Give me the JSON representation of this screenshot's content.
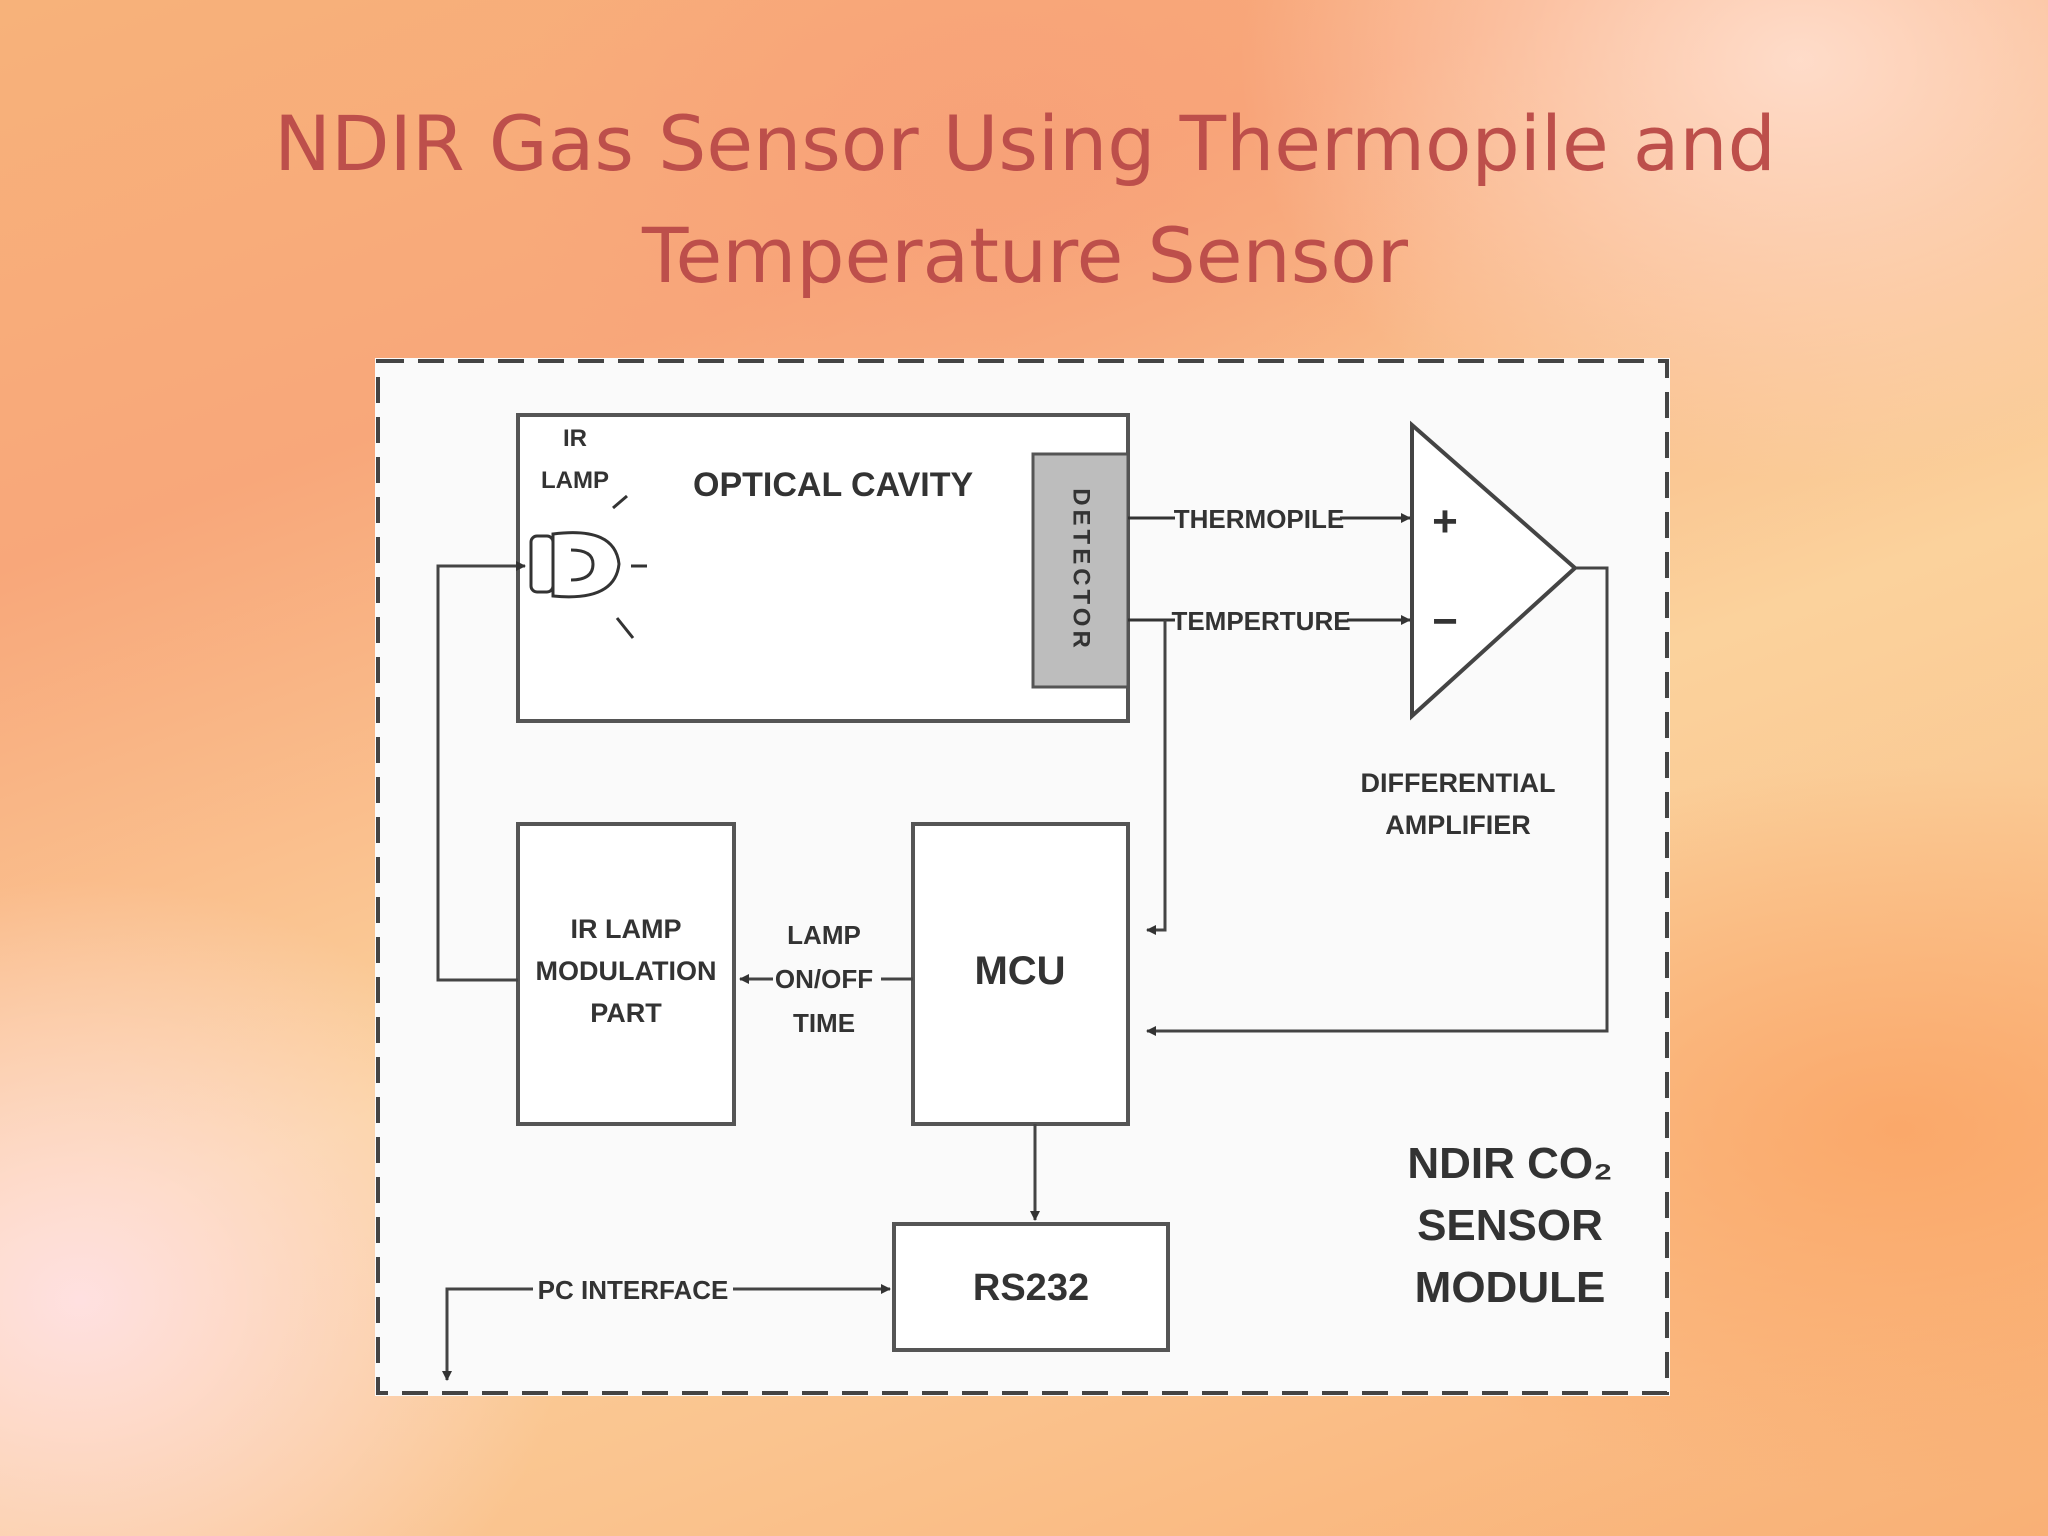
{
  "slide": {
    "title_line1": "NDIR Gas Sensor Using Thermopile and",
    "title_line2": "Temperature Sensor"
  },
  "diagram": {
    "ir_lamp_label_line1": "IR",
    "ir_lamp_label_line2": "LAMP",
    "optical_cavity": "OPTICAL CAVITY",
    "detector": "DETECTOR",
    "thermopile": "THERMOPILE",
    "temperature": "TEMPERTURE",
    "amp_plus": "+",
    "amp_minus": "−",
    "diff_amp_line1": "DIFFERENTIAL",
    "diff_amp_line2": "AMPLIFIER",
    "modulation_line1": "IR LAMP",
    "modulation_line2": "MODULATION",
    "modulation_line3": "PART",
    "lamp_time_line1": "LAMP",
    "lamp_time_line2": "ON/OFF",
    "lamp_time_line3": "TIME",
    "mcu": "MCU",
    "rs232": "RS232",
    "pc_interface": "PC INTERFACE",
    "module_line1": "NDIR CO₂",
    "module_line2": "SENSOR",
    "module_line3": "MODULE"
  }
}
